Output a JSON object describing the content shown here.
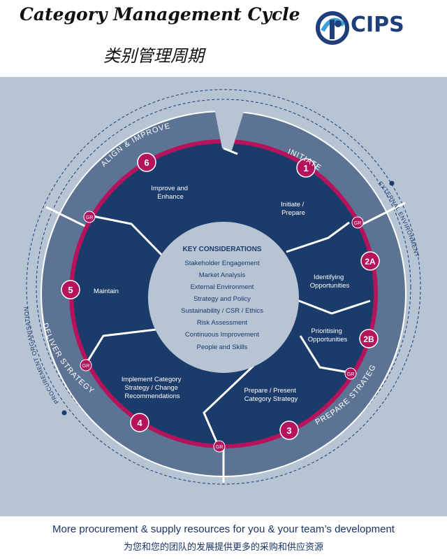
{
  "header": {
    "title": "Category Management Cycle",
    "subtitle": "类别管理周期",
    "logo_text": "CIPS"
  },
  "colors": {
    "navy": "#1b3b6b",
    "magenta": "#b5135b",
    "slate": "#5d7394",
    "panel": "#b6c4d4",
    "center": "#b6c4d4"
  },
  "stages": [
    {
      "number": "1",
      "label": "Initiate / Prepare",
      "lines": [
        "Initiate /",
        "Prepare"
      ]
    },
    {
      "number": "2A",
      "label": "Identifying Opportunities",
      "lines": [
        "Identifying",
        "Opportunities"
      ]
    },
    {
      "number": "2B",
      "label": "Prioritising Opportunities",
      "lines": [
        "Prioritising",
        "Opportunities"
      ]
    },
    {
      "number": "3",
      "label": "Prepare / Present Category Strategy",
      "lines": [
        "Prepare / Present",
        "Category Strategy"
      ]
    },
    {
      "number": "4",
      "label": "Implement Category Strategy / Change Recommendations",
      "lines": [
        "Implement Category",
        "Strategy / Change",
        "Recommendations"
      ]
    },
    {
      "number": "5",
      "label": "Maintain",
      "lines": [
        "Maintain"
      ]
    },
    {
      "number": "6",
      "label": "Improve and Enhance",
      "lines": [
        "Improve and",
        "Enhance"
      ]
    }
  ],
  "phases": [
    "INITIATE",
    "PREPARE STRATEGY",
    "DELIVER STRATEGY",
    "ALIGN & IMPROVE"
  ],
  "gates": {
    "label": "GR"
  },
  "key_considerations": {
    "title": "KEY CONSIDERATIONS",
    "items": [
      "Stakeholder Engagement",
      "Market Analysis",
      "External Environment",
      "Strategy and Policy",
      "Sustainability / CSR / Ethics",
      "Risk Assessment",
      "Continuous Improvement",
      "People and Skills"
    ]
  },
  "outer_labels": {
    "external": "EXTERNAL ENVIRONMENT",
    "procurement": "PROCUREMENT ORGANISATION"
  },
  "footer": {
    "english": "More procurement & supply resources for you & your team’s development",
    "chinese": "为您和您的团队的发展提供更多的采购和供应资源"
  }
}
